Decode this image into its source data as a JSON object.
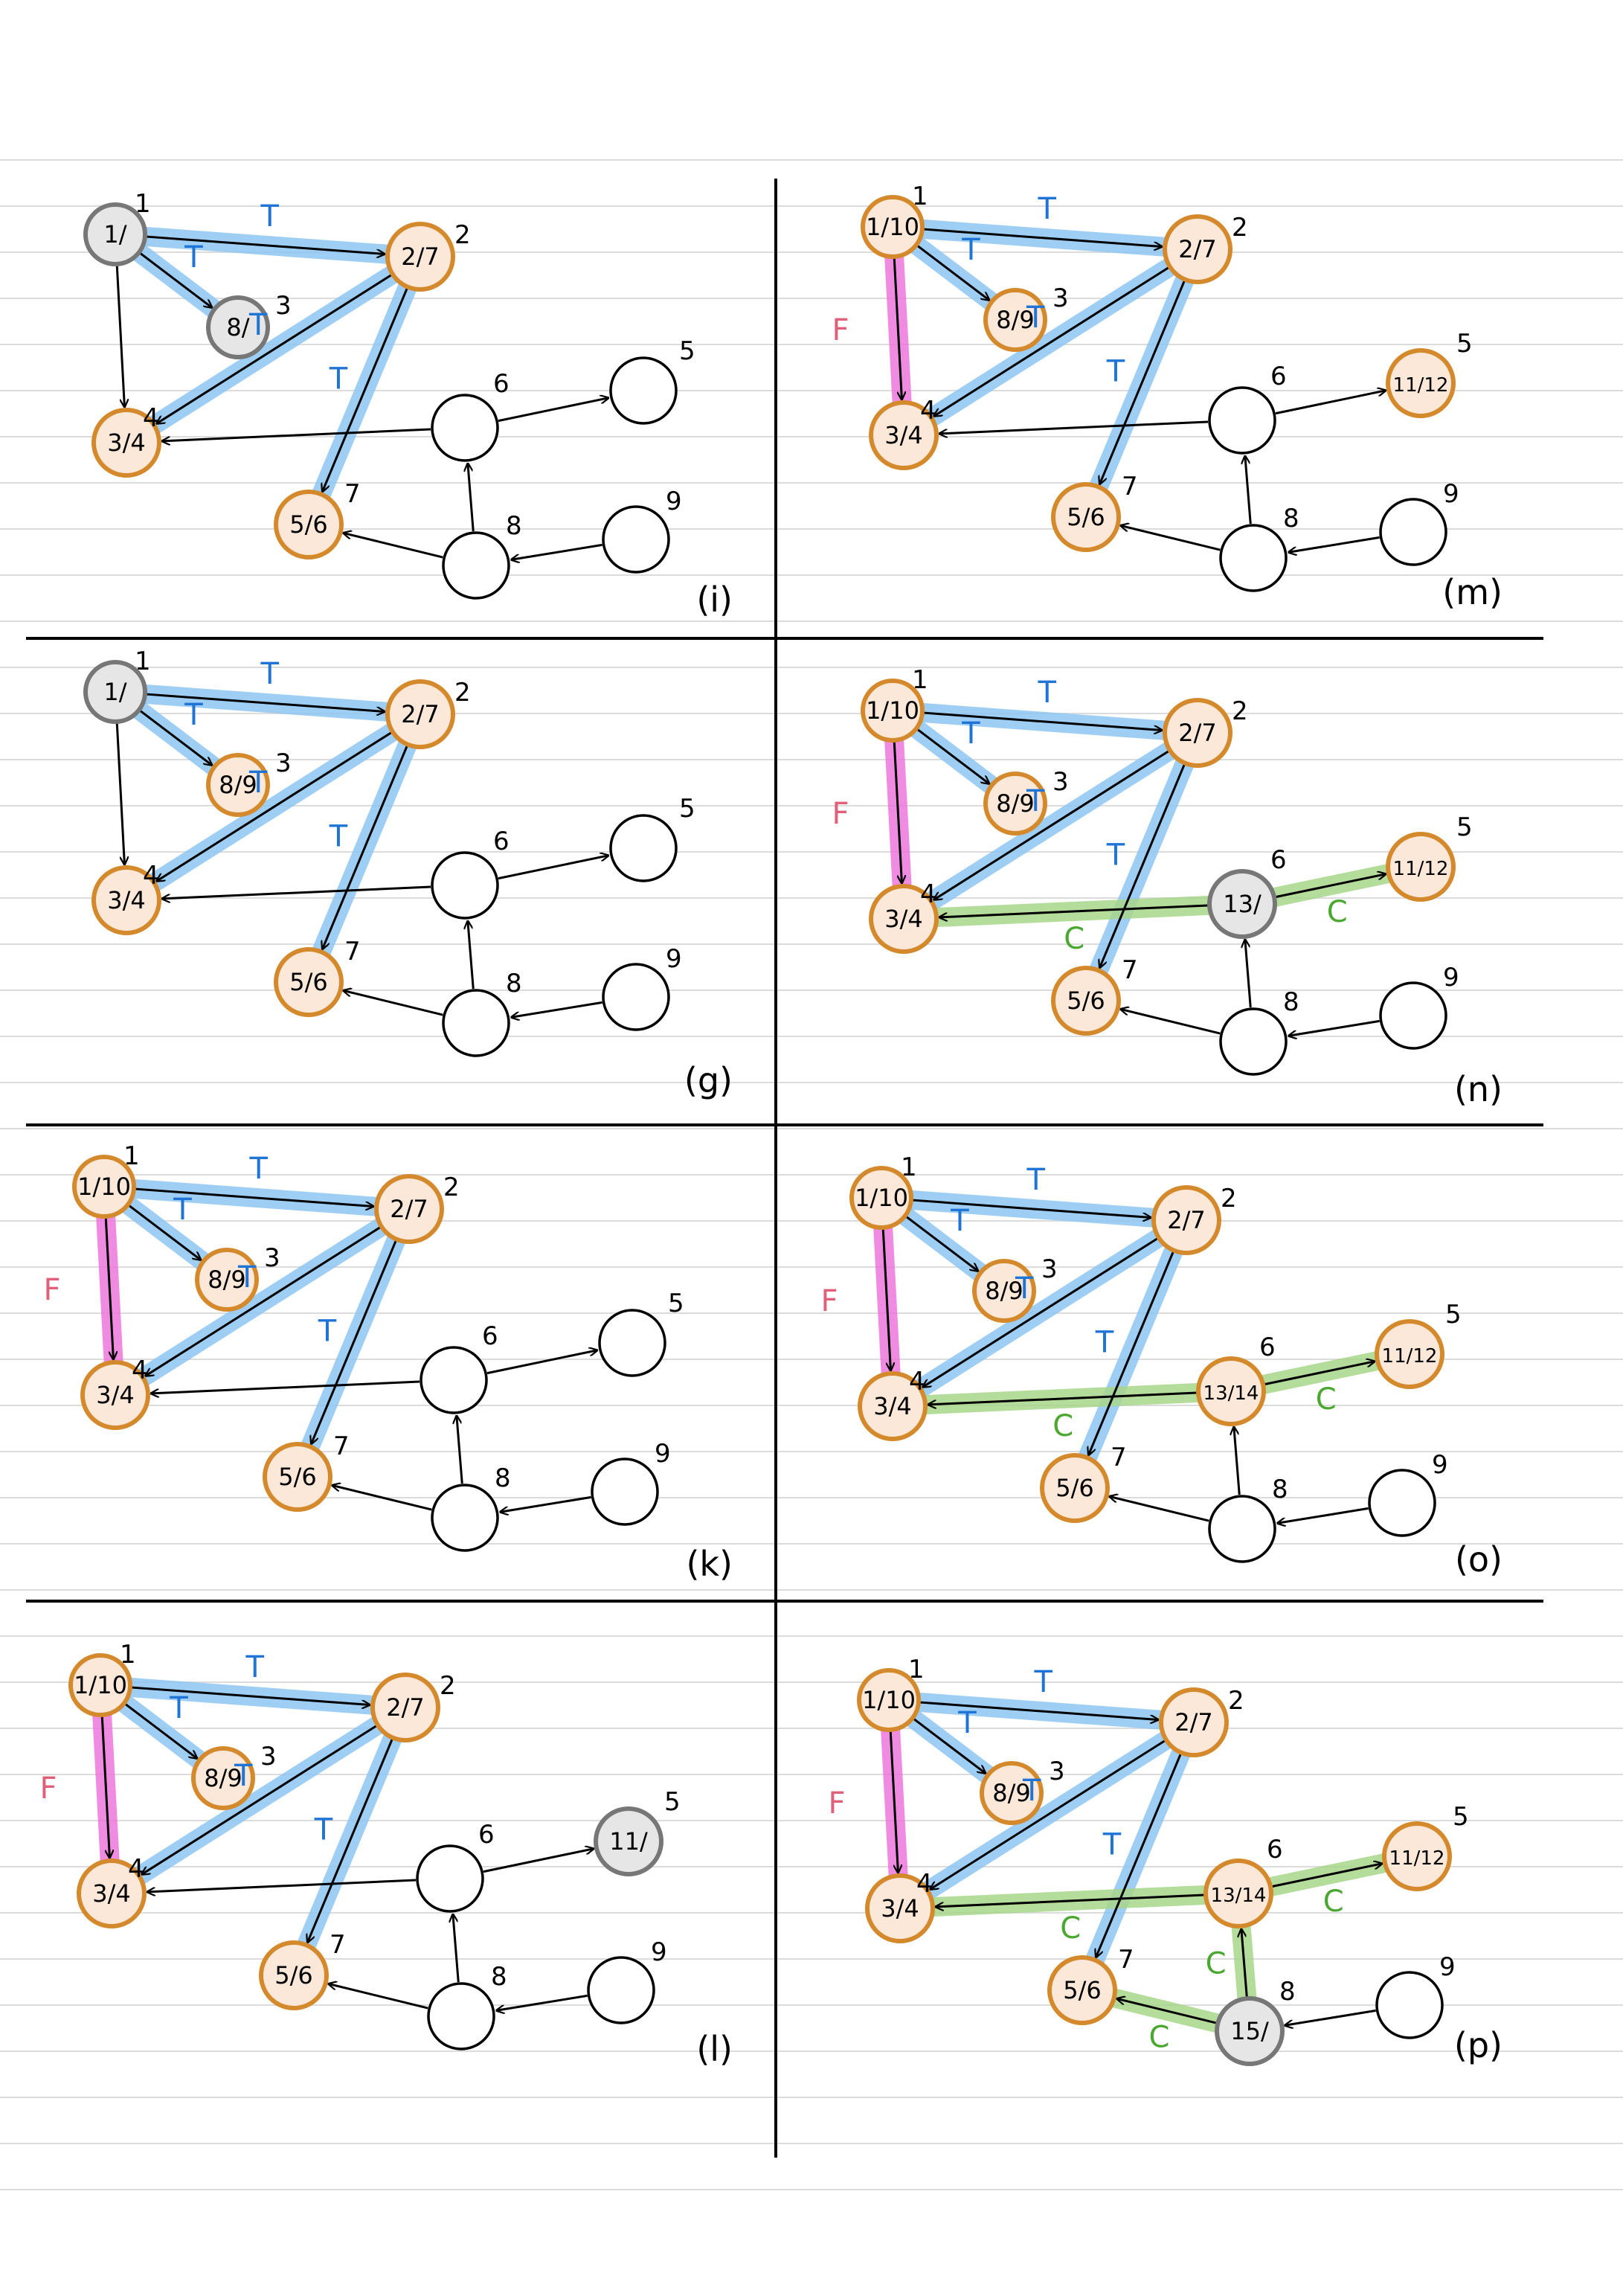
{
  "colors": {
    "ruled_line": "#dcdcdc",
    "divider": "#000000",
    "edge": "#000000",
    "tree_highlight": "#8ec6f2",
    "forward_highlight": "#ee77dd",
    "cross_highlight": "#a8d68a",
    "finished_node_fill": "#fbe8d8",
    "finished_node_stroke": "#d48a2c",
    "active_node_fill": "#e6e6e6",
    "active_node_stroke": "#777777",
    "blank_node_fill": "#ffffff",
    "label_T": "#1f74d6",
    "label_F": "#e0607a",
    "label_C": "#4aa830"
  },
  "vertices": [
    "1",
    "2",
    "3",
    "4",
    "5",
    "6",
    "7",
    "8",
    "9"
  ],
  "edges": [
    {
      "from": "1",
      "to": "2"
    },
    {
      "from": "1",
      "to": "3"
    },
    {
      "from": "1",
      "to": "4"
    },
    {
      "from": "2",
      "to": "4"
    },
    {
      "from": "2",
      "to": "7"
    },
    {
      "from": "6",
      "to": "4"
    },
    {
      "from": "6",
      "to": "5"
    },
    {
      "from": "8",
      "to": "6"
    },
    {
      "from": "8",
      "to": "7"
    },
    {
      "from": "9",
      "to": "8"
    }
  ],
  "panels": [
    {
      "caption": "(i)",
      "times": {
        "1": "1/",
        "2": "2/7",
        "3": "8/",
        "4": "3/4",
        "7": "5/6"
      },
      "status": {
        "1": "active",
        "2": "done",
        "3": "active",
        "4": "done",
        "7": "done"
      },
      "tree": [
        [
          "1",
          "2"
        ],
        [
          "1",
          "3"
        ],
        [
          "2",
          "4"
        ],
        [
          "2",
          "7"
        ]
      ],
      "forward": [],
      "cross": [],
      "labels": [
        {
          "text": "T",
          "on": [
            "1",
            "2"
          ]
        },
        {
          "text": "T",
          "on": [
            "1",
            "3"
          ]
        },
        {
          "text": "T",
          "on": [
            "2",
            "4"
          ]
        },
        {
          "text": "T",
          "on": [
            "2",
            "7"
          ]
        }
      ]
    },
    {
      "caption": "(m)",
      "times": {
        "1": "1/10",
        "2": "2/7",
        "3": "8/9",
        "4": "3/4",
        "5": "11/12",
        "7": "5/6"
      },
      "status": {
        "1": "done",
        "2": "done",
        "3": "done",
        "4": "done",
        "5": "done",
        "7": "done"
      },
      "tree": [
        [
          "1",
          "2"
        ],
        [
          "1",
          "3"
        ],
        [
          "2",
          "4"
        ],
        [
          "2",
          "7"
        ]
      ],
      "forward": [
        [
          "1",
          "4"
        ]
      ],
      "cross": [],
      "labels": [
        {
          "text": "T",
          "on": [
            "1",
            "2"
          ]
        },
        {
          "text": "T",
          "on": [
            "1",
            "3"
          ]
        },
        {
          "text": "T",
          "on": [
            "2",
            "4"
          ]
        },
        {
          "text": "T",
          "on": [
            "2",
            "7"
          ]
        },
        {
          "text": "F",
          "on": [
            "1",
            "4"
          ]
        }
      ]
    },
    {
      "caption": "(g)",
      "times": {
        "1": "1/",
        "2": "2/7",
        "3": "8/9",
        "4": "3/4",
        "7": "5/6"
      },
      "status": {
        "1": "active",
        "2": "done",
        "3": "done",
        "4": "done",
        "7": "done"
      },
      "tree": [
        [
          "1",
          "2"
        ],
        [
          "1",
          "3"
        ],
        [
          "2",
          "4"
        ],
        [
          "2",
          "7"
        ]
      ],
      "forward": [],
      "cross": [],
      "labels": [
        {
          "text": "T",
          "on": [
            "1",
            "2"
          ]
        },
        {
          "text": "T",
          "on": [
            "1",
            "3"
          ]
        },
        {
          "text": "T",
          "on": [
            "2",
            "4"
          ]
        },
        {
          "text": "T",
          "on": [
            "2",
            "7"
          ]
        }
      ]
    },
    {
      "caption": "(n)",
      "times": {
        "1": "1/10",
        "2": "2/7",
        "3": "8/9",
        "4": "3/4",
        "5": "11/12",
        "6": "13/",
        "7": "5/6"
      },
      "status": {
        "1": "done",
        "2": "done",
        "3": "done",
        "4": "done",
        "5": "done",
        "6": "active",
        "7": "done"
      },
      "tree": [
        [
          "1",
          "2"
        ],
        [
          "1",
          "3"
        ],
        [
          "2",
          "4"
        ],
        [
          "2",
          "7"
        ]
      ],
      "forward": [
        [
          "1",
          "4"
        ]
      ],
      "cross": [
        [
          "6",
          "4"
        ],
        [
          "6",
          "5"
        ]
      ],
      "labels": [
        {
          "text": "T",
          "on": [
            "1",
            "2"
          ]
        },
        {
          "text": "T",
          "on": [
            "1",
            "3"
          ]
        },
        {
          "text": "T",
          "on": [
            "2",
            "4"
          ]
        },
        {
          "text": "T",
          "on": [
            "2",
            "7"
          ]
        },
        {
          "text": "F",
          "on": [
            "1",
            "4"
          ]
        },
        {
          "text": "C",
          "on": [
            "6",
            "4"
          ]
        },
        {
          "text": "C",
          "on": [
            "6",
            "5"
          ]
        }
      ]
    },
    {
      "caption": "(k)",
      "times": {
        "1": "1/10",
        "2": "2/7",
        "3": "8/9",
        "4": "3/4",
        "7": "5/6"
      },
      "status": {
        "1": "done",
        "2": "done",
        "3": "done",
        "4": "done",
        "7": "done"
      },
      "tree": [
        [
          "1",
          "2"
        ],
        [
          "1",
          "3"
        ],
        [
          "2",
          "4"
        ],
        [
          "2",
          "7"
        ]
      ],
      "forward": [
        [
          "1",
          "4"
        ]
      ],
      "cross": [],
      "labels": [
        {
          "text": "T",
          "on": [
            "1",
            "2"
          ]
        },
        {
          "text": "T",
          "on": [
            "1",
            "3"
          ]
        },
        {
          "text": "T",
          "on": [
            "2",
            "4"
          ]
        },
        {
          "text": "T",
          "on": [
            "2",
            "7"
          ]
        },
        {
          "text": "F",
          "on": [
            "1",
            "4"
          ]
        }
      ]
    },
    {
      "caption": "(o)",
      "times": {
        "1": "1/10",
        "2": "2/7",
        "3": "8/9",
        "4": "3/4",
        "5": "11/12",
        "6": "13/14",
        "7": "5/6"
      },
      "status": {
        "1": "done",
        "2": "done",
        "3": "done",
        "4": "done",
        "5": "done",
        "6": "done",
        "7": "done"
      },
      "tree": [
        [
          "1",
          "2"
        ],
        [
          "1",
          "3"
        ],
        [
          "2",
          "4"
        ],
        [
          "2",
          "7"
        ]
      ],
      "forward": [
        [
          "1",
          "4"
        ]
      ],
      "cross": [
        [
          "6",
          "4"
        ],
        [
          "6",
          "5"
        ]
      ],
      "labels": [
        {
          "text": "T",
          "on": [
            "1",
            "2"
          ]
        },
        {
          "text": "T",
          "on": [
            "1",
            "3"
          ]
        },
        {
          "text": "T",
          "on": [
            "2",
            "4"
          ]
        },
        {
          "text": "T",
          "on": [
            "2",
            "7"
          ]
        },
        {
          "text": "F",
          "on": [
            "1",
            "4"
          ]
        },
        {
          "text": "C",
          "on": [
            "6",
            "4"
          ]
        },
        {
          "text": "C",
          "on": [
            "6",
            "5"
          ]
        }
      ]
    },
    {
      "caption": "(l)",
      "times": {
        "1": "1/10",
        "2": "2/7",
        "3": "8/9",
        "4": "3/4",
        "5": "11/",
        "7": "5/6"
      },
      "status": {
        "1": "done",
        "2": "done",
        "3": "done",
        "4": "done",
        "5": "active",
        "7": "done"
      },
      "tree": [
        [
          "1",
          "2"
        ],
        [
          "1",
          "3"
        ],
        [
          "2",
          "4"
        ],
        [
          "2",
          "7"
        ]
      ],
      "forward": [
        [
          "1",
          "4"
        ]
      ],
      "cross": [],
      "labels": [
        {
          "text": "T",
          "on": [
            "1",
            "2"
          ]
        },
        {
          "text": "T",
          "on": [
            "1",
            "3"
          ]
        },
        {
          "text": "T",
          "on": [
            "2",
            "4"
          ]
        },
        {
          "text": "T",
          "on": [
            "2",
            "7"
          ]
        },
        {
          "text": "F",
          "on": [
            "1",
            "4"
          ]
        }
      ]
    },
    {
      "caption": "(p)",
      "times": {
        "1": "1/10",
        "2": "2/7",
        "3": "8/9",
        "4": "3/4",
        "5": "11/12",
        "6": "13/14",
        "7": "5/6",
        "8": "15/"
      },
      "status": {
        "1": "done",
        "2": "done",
        "3": "done",
        "4": "done",
        "5": "done",
        "6": "done",
        "7": "done",
        "8": "active"
      },
      "tree": [
        [
          "1",
          "2"
        ],
        [
          "1",
          "3"
        ],
        [
          "2",
          "4"
        ],
        [
          "2",
          "7"
        ]
      ],
      "forward": [
        [
          "1",
          "4"
        ]
      ],
      "cross": [
        [
          "6",
          "4"
        ],
        [
          "6",
          "5"
        ],
        [
          "8",
          "6"
        ],
        [
          "8",
          "7"
        ]
      ],
      "labels": [
        {
          "text": "T",
          "on": [
            "1",
            "2"
          ]
        },
        {
          "text": "T",
          "on": [
            "1",
            "3"
          ]
        },
        {
          "text": "T",
          "on": [
            "2",
            "4"
          ]
        },
        {
          "text": "T",
          "on": [
            "2",
            "7"
          ]
        },
        {
          "text": "F",
          "on": [
            "1",
            "4"
          ]
        },
        {
          "text": "C",
          "on": [
            "6",
            "4"
          ]
        },
        {
          "text": "C",
          "on": [
            "6",
            "5"
          ]
        },
        {
          "text": "C",
          "on": [
            "8",
            "6"
          ]
        },
        {
          "text": "C",
          "on": [
            "8",
            "7"
          ]
        }
      ]
    }
  ]
}
